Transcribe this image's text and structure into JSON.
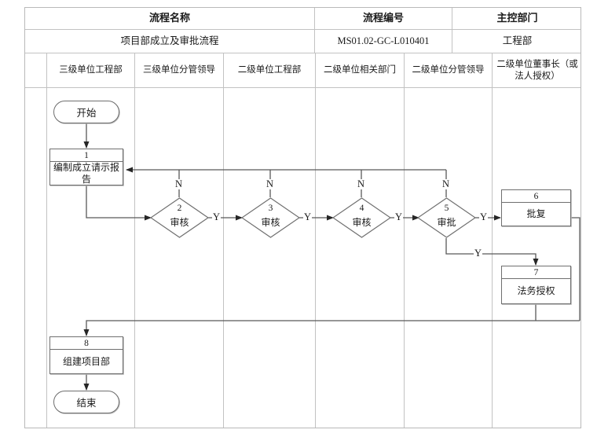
{
  "table": {
    "headers": {
      "process_name": "流程名称",
      "process_code": "流程编号",
      "owner_dept": "主控部门"
    },
    "values": {
      "process_name": "项目部成立及审批流程",
      "process_code": "MS01.02-GC-L010401",
      "owner_dept": "工程部"
    },
    "columns": [
      "三级单位工程部",
      "三级单位分管领导",
      "二级单位工程部",
      "二级单位相关部门",
      "二级单位分管领导",
      "二级单位董事长（或法人授权）"
    ]
  },
  "flow": {
    "start": "开始",
    "end": "结束",
    "steps": [
      {
        "id": "1",
        "num": "1",
        "text": "编制成立请示报告",
        "type": "process"
      },
      {
        "id": "2",
        "num": "2",
        "text": "审核",
        "type": "decision"
      },
      {
        "id": "3",
        "num": "3",
        "text": "审核",
        "type": "decision"
      },
      {
        "id": "4",
        "num": "4",
        "text": "审核",
        "type": "decision"
      },
      {
        "id": "5",
        "num": "5",
        "text": "审批",
        "type": "decision"
      },
      {
        "id": "6",
        "num": "6",
        "text": "批复",
        "type": "process"
      },
      {
        "id": "7",
        "num": "7",
        "text": "法务授权",
        "type": "process"
      },
      {
        "id": "8",
        "num": "8",
        "text": "组建项目部",
        "type": "process"
      }
    ],
    "edge_labels": {
      "no": "N",
      "yes": "Y"
    },
    "branch_labels": {
      "d2_n": "N",
      "d2_y": "Y",
      "d3_n": "N",
      "d3_y": "Y",
      "d4_n": "N",
      "d4_y": "Y",
      "d5_n": "N",
      "d5_y": "Y",
      "d5_y2": "Y"
    }
  },
  "colors": {
    "grid": "#c2c2c2",
    "outline": "#6f6f6f",
    "connector": "#595959",
    "border": "#b9b9b9"
  }
}
